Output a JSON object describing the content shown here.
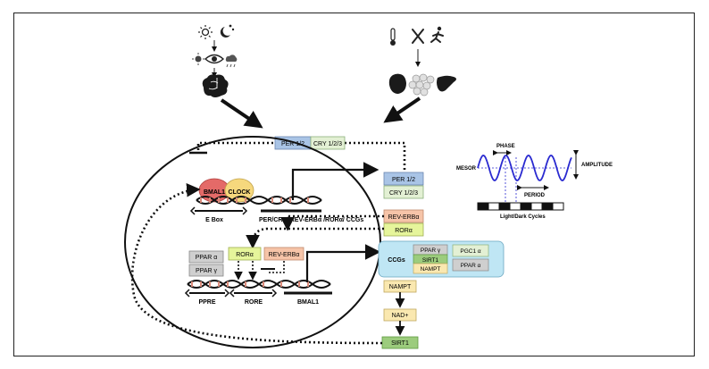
{
  "labels": {
    "per12_top": "PER 1/2",
    "cry123_top": "CRY 1/2/3",
    "bmal1": "BMAL1",
    "clock": "CLOCK",
    "ebox": "E Box",
    "targets": "PER/CRY/ REV-ERBα /RORα/ CCGs",
    "per12_right": "PER 1/2",
    "cry123_right": "CRY 1/2/3",
    "reverb_right": "REV-ERBα",
    "rora_right": "RORα",
    "ppar_a_left": "PPAR α",
    "ppar_g_left": "PPAR γ",
    "rora_inner": "RORα",
    "reverb_inner": "REV-ERBα",
    "ppre": "PPRE",
    "rore": "RORE",
    "bmal1_gene": "BMAL1",
    "ccgs": "CCGs",
    "ccg_ppar_g": "PPAR γ",
    "ccg_sirt1": "SIRT1",
    "ccg_nampt": "NAMPT",
    "ccg_pgc1a": "PGC1 α",
    "ccg_ppar_a": "PPAR α",
    "nampt": "NAMPT",
    "nad": "NAD+",
    "sirt1": "SIRT1",
    "phase": "PHASE",
    "mesor": "MESOR",
    "amplitude": "AMPLITUDE",
    "period": "PERIOD",
    "light_dark": "Light/Dark Cycles"
  },
  "icons": [
    "sun-icon",
    "moon-icon",
    "eye-icon",
    "light-icon",
    "weather-icon",
    "brain-icon",
    "thermometer-icon",
    "fork-knife-icon",
    "running-icon",
    "heart-icon",
    "fat-cells-icon",
    "liver-icon"
  ],
  "colors": {
    "per_blue": "#a9c4e6",
    "cry_green": "#e3f0d4",
    "bmal1_red": "#e46a68",
    "clock_yellow": "#f6d87d",
    "reverb_peach": "#f6c4a8",
    "rora_lime": "#e6f59b",
    "ppar_gray": "#cfcfcf",
    "ccg_bg": "#bfe6f4",
    "sirt1_green": "#9ccc7d",
    "nampt_yellow": "#fae8b0",
    "wave_blue": "#2a2ad0"
  }
}
